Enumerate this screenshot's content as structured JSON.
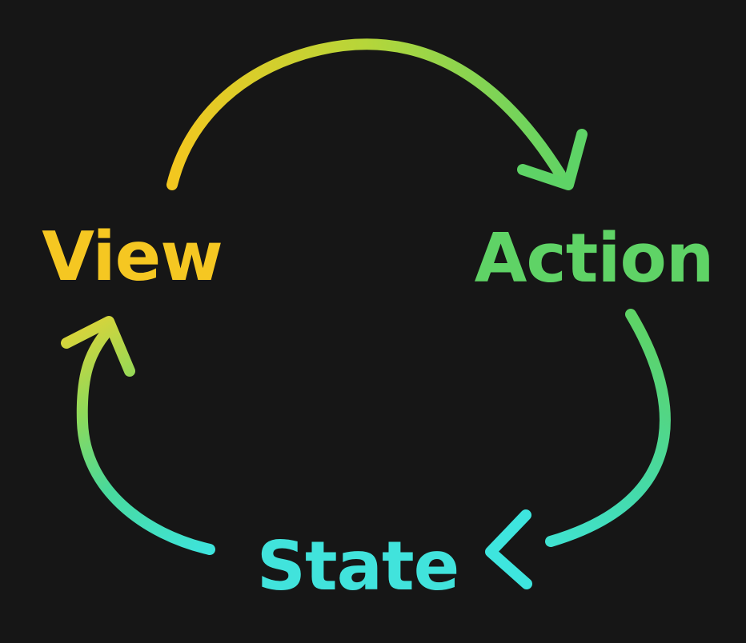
{
  "diagram": {
    "background_color": "#161616",
    "nodes": [
      {
        "id": "view",
        "label": "View",
        "color": "#f5c722"
      },
      {
        "id": "action",
        "label": "Action",
        "color": "#5fd366"
      },
      {
        "id": "state",
        "label": "State",
        "color": "#41e3dc"
      }
    ],
    "edges": [
      {
        "id": "view-to-action",
        "from": "view",
        "to": "action",
        "gradient": [
          "#f3c71f",
          "#b5d63a",
          "#5ed366"
        ]
      },
      {
        "id": "action-to-state",
        "from": "action",
        "to": "state",
        "gradient": [
          "#5ed366",
          "#45daa8",
          "#3ee5de"
        ]
      },
      {
        "id": "state-to-view",
        "from": "state",
        "to": "view",
        "gradient": [
          "#3ee4dc",
          "#49d99b",
          "#8ed95a",
          "#d9d43a"
        ]
      }
    ]
  }
}
